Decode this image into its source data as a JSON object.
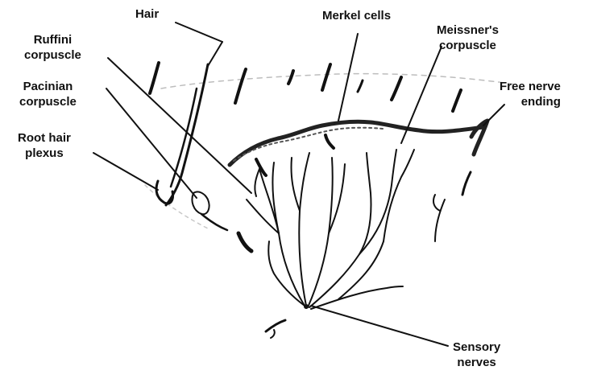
{
  "colors": {
    "ink": "#111111",
    "background": "#ffffff",
    "skin_shade": "#bdbdbd"
  },
  "labels": {
    "hair": "Hair",
    "merkel_cells": "Merkel cells",
    "ruffini": [
      "Ruffini",
      "corpuscle"
    ],
    "meissner": [
      "Meissner's",
      "corpuscle"
    ],
    "pacinian": [
      "Pacinian",
      "corpuscle"
    ],
    "free_nerve": [
      "Free nerve",
      "ending"
    ],
    "root_hair": [
      "Root hair",
      "plexus"
    ],
    "sensory": [
      "Sensory",
      "nerves"
    ]
  }
}
